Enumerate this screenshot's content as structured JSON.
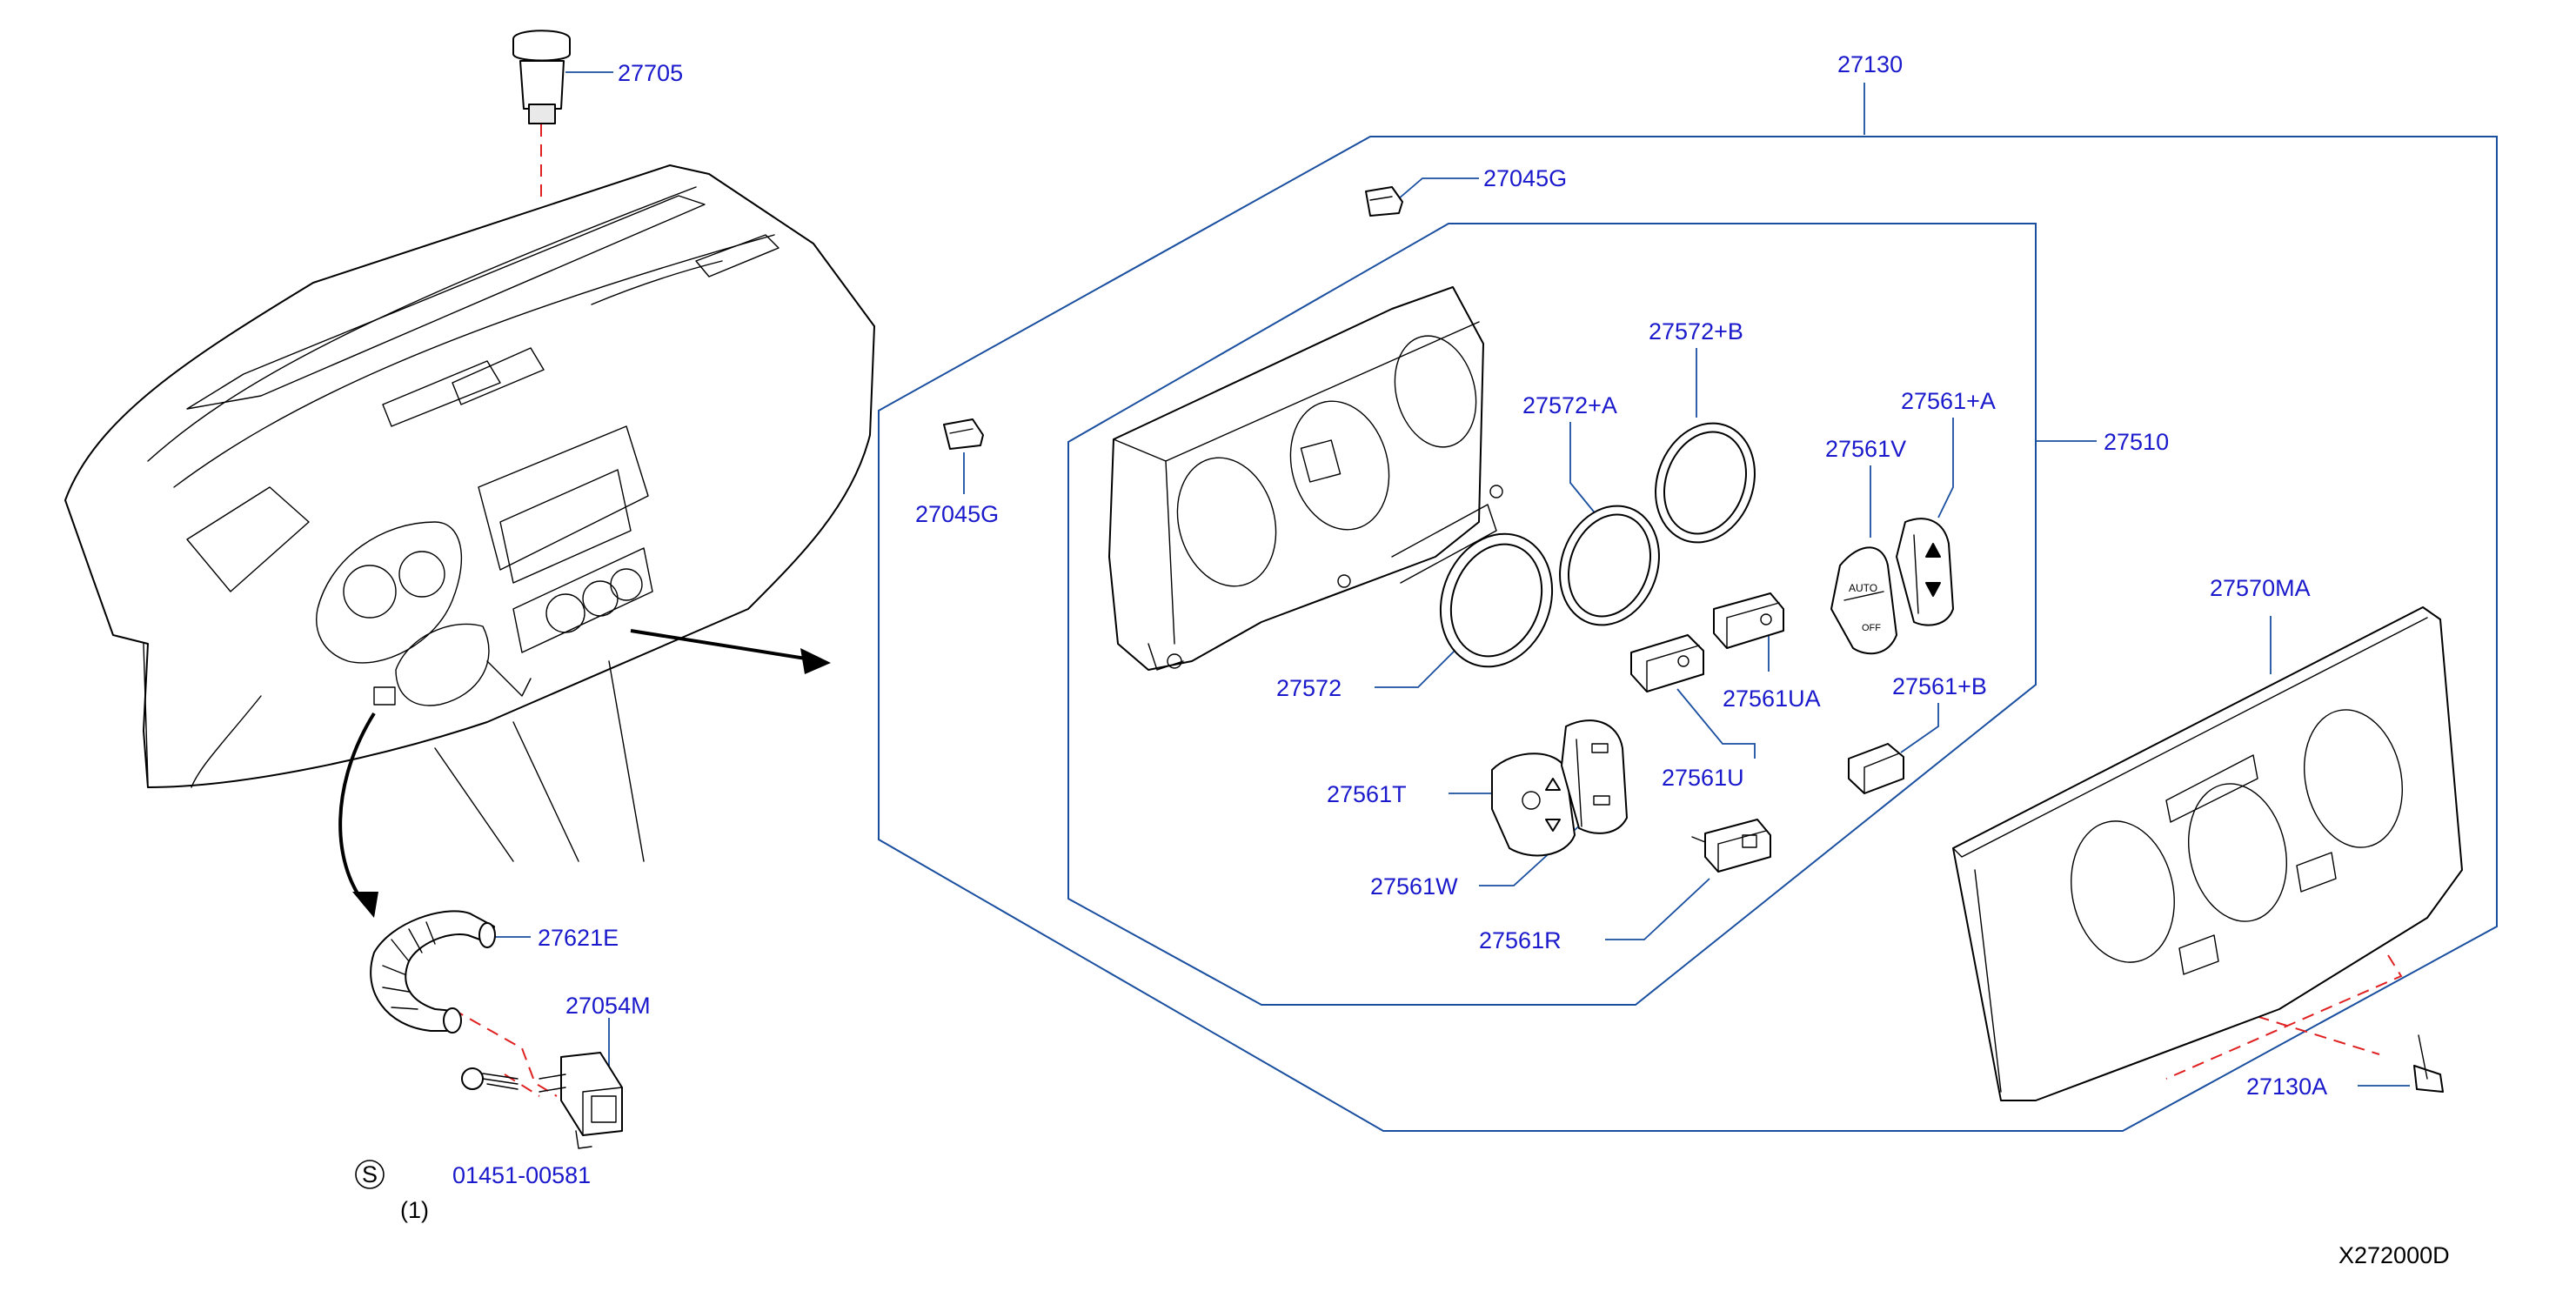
{
  "colors": {
    "callout": "#1a1acc",
    "leader": "#1a4fa0",
    "dashed": "#e02020",
    "drawing": "#000000"
  },
  "labels": {
    "p27705": "27705",
    "p27130": "27130",
    "p27045G_top": "27045G",
    "p27045G_left": "27045G",
    "p27572B": "27572+B",
    "p27572A": "27572+A",
    "p27561A": "27561+A",
    "p27561V": "27561V",
    "p27510": "27510",
    "p27572": "27572",
    "p27561UA": "27561UA",
    "p27561B": "27561+B",
    "p27561U": "27561U",
    "p27561T": "27561T",
    "p27561W": "27561W",
    "p27561R": "27561R",
    "p27570MA": "27570MA",
    "p27130A": "27130A",
    "p27621E": "27621E",
    "p27054M": "27054M",
    "p01451": "01451-00581",
    "qty": "(1)",
    "s_symbol": "S",
    "diagram_id": "X272000D"
  },
  "icons": [
    "dashboard-illustration",
    "heater-control-unit",
    "bezel-ring",
    "control-knob",
    "switch-button",
    "finisher-panel",
    "aspirator-duct",
    "sensor",
    "screw",
    "clip"
  ]
}
